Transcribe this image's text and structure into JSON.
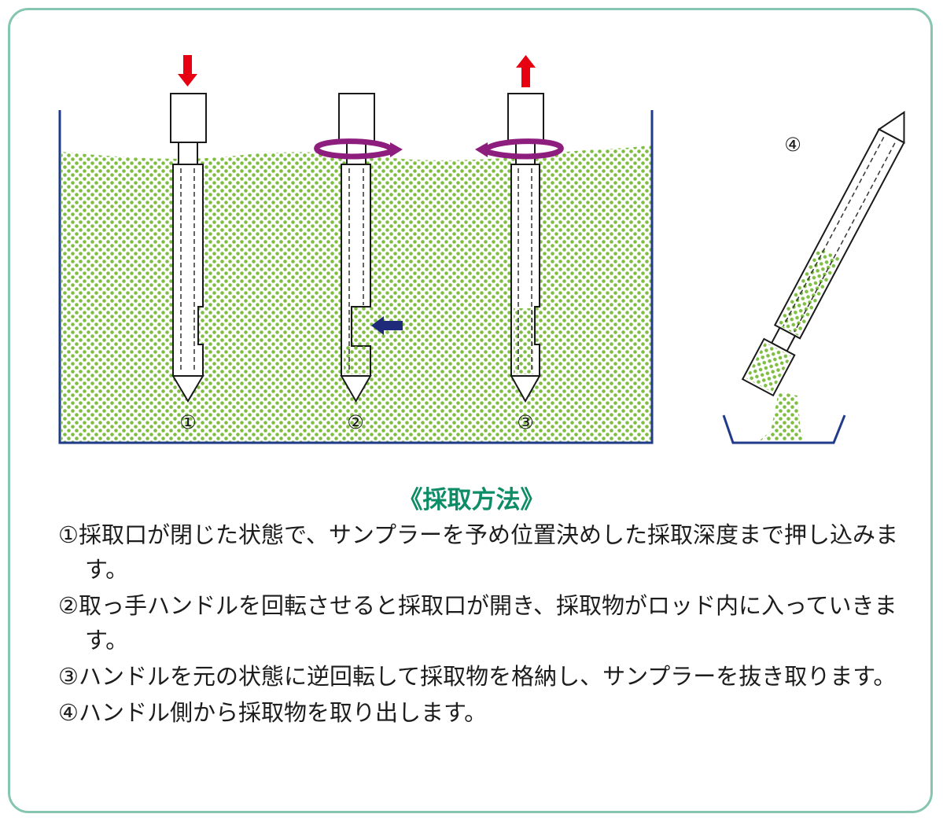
{
  "diagram": {
    "labels": [
      "①",
      "②",
      "③",
      "④"
    ]
  },
  "caption": "《採取方法》",
  "steps": [
    "①採取口が閉じた状態で、サンプラーを予め位置決めした採取深度まで押し込みます。",
    "②取っ手ハンドルを回転させると採取口が開き、採取物がロッド内に入っていきます。",
    "③ハンドルを元の状態に逆回転して採取物を格納し、サンプラーを抜き取ります。",
    "④ハンドル側から採取物を取り出します。"
  ],
  "colors": {
    "frame": "#86c5b1",
    "soil_dots": "#7fbe42",
    "tank": "#1f3b8a",
    "push_arrow": "#e60012",
    "rotate_arrow": "#8e1e7e",
    "inflow_arrow": "#1f2a7a",
    "caption": "#0e8c66"
  }
}
